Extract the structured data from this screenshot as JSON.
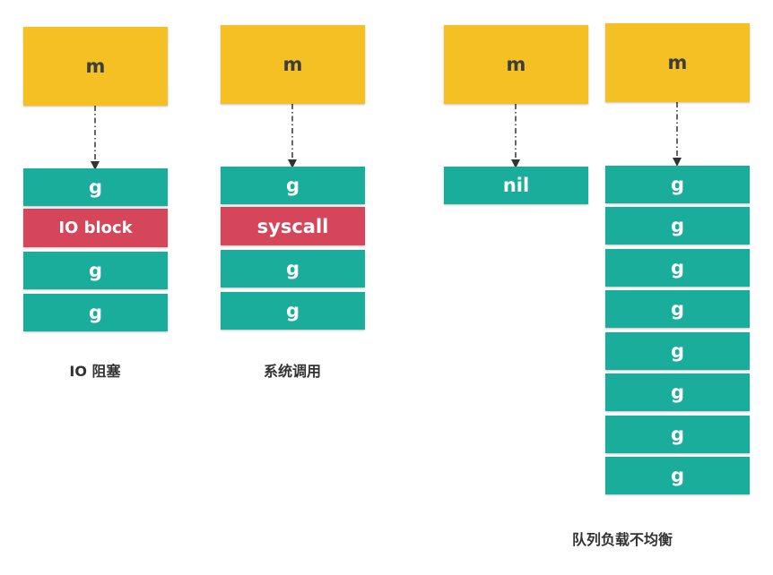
{
  "colors": {
    "m": "#f5c024",
    "g": "#1aad9c",
    "blocked": "#d5465b",
    "arrow": "#333333"
  },
  "scenarios": [
    {
      "m_label": "m",
      "queue": [
        "g",
        "IO block",
        "g",
        "g"
      ],
      "caption": "IO 阻塞"
    },
    {
      "m_label": "m",
      "queue": [
        "g",
        "syscall",
        "g",
        "g"
      ],
      "caption": "系统调用"
    },
    {
      "m_label": "m",
      "queue": [
        "nil"
      ]
    },
    {
      "m_label": "m",
      "queue": [
        "g",
        "g",
        "g",
        "g",
        "g",
        "g",
        "g",
        "g"
      ]
    }
  ],
  "shared_caption": "队列负载不均衡"
}
